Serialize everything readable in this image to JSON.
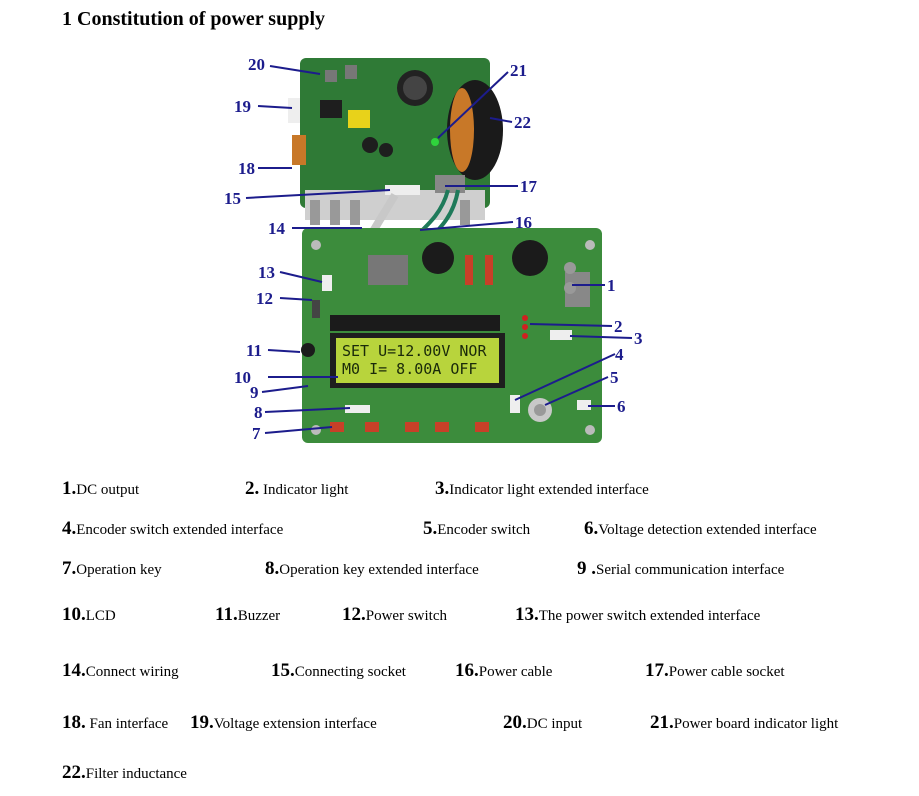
{
  "title": "1 Constitution of power supply",
  "figure": {
    "lcd_line1": "SET U=12.00V NOR",
    "lcd_line2": "M0  I= 8.00A OFF",
    "callouts": [
      "1",
      "2",
      "3",
      "4",
      "5",
      "6",
      "7",
      "8",
      "9",
      "10",
      "11",
      "12",
      "13",
      "14",
      "15",
      "16",
      "17",
      "18",
      "19",
      "20",
      "21",
      "22"
    ],
    "colors": {
      "pcb": "#3c8c3c",
      "lcd": "#b8d43c",
      "callout": "#1c1c8c",
      "inductor": "#c87828"
    }
  },
  "legend": [
    {
      "num": "1.",
      "text": "DC output"
    },
    {
      "num": "2.",
      "text": " Indicator light"
    },
    {
      "num": "3.",
      "text": "Indicator light extended    interface"
    },
    {
      "num": "4.",
      "text": "Encoder switch extended interface"
    },
    {
      "num": "5.",
      "text": "Encoder switch"
    },
    {
      "num": "6.",
      "text": "Voltage detection extended interface"
    },
    {
      "num": "7.",
      "text": "Operation key"
    },
    {
      "num": "8.",
      "text": "Operation key extended interface"
    },
    {
      "num": "9 .",
      "text": "Serial communication interface"
    },
    {
      "num": "10.",
      "text": "LCD"
    },
    {
      "num": "11.",
      "text": "Buzzer"
    },
    {
      "num": "12.",
      "text": "Power switch"
    },
    {
      "num": "13.",
      "text": "The power switch extended interface"
    },
    {
      "num": "14.",
      "text": "Connect wiring"
    },
    {
      "num": "15.",
      "text": "Connecting socket"
    },
    {
      "num": "16.",
      "text": "Power cable"
    },
    {
      "num": "17.",
      "text": "Power cable socket"
    },
    {
      "num": "18.",
      "text": " Fan interface"
    },
    {
      "num": "19.",
      "text": "Voltage extension interface"
    },
    {
      "num": "20.",
      "text": "DC input"
    },
    {
      "num": "21.",
      "text": "Power board indicator light"
    },
    {
      "num": "22.",
      "text": "Filter inductance"
    }
  ]
}
